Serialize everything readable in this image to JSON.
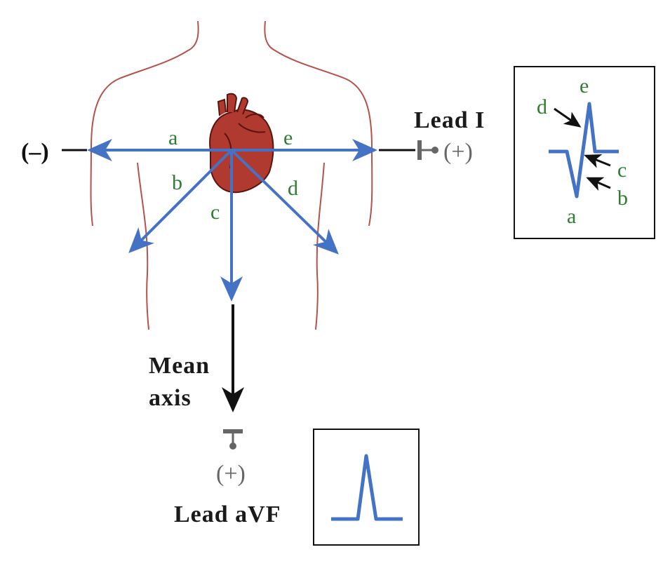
{
  "labels": {
    "a": "a",
    "b": "b",
    "c": "c",
    "d": "d",
    "e": "e",
    "negative_pole": "(–)",
    "lead_i": "Lead I",
    "lead_i_pole": "(+)",
    "lead_avf": "Lead aVF",
    "lead_avf_pole": "(+)",
    "mean_axis_line1": "Mean",
    "mean_axis_line2": "axis"
  },
  "lead_i_tracing": {
    "labels": {
      "a": "a",
      "b": "b",
      "c": "c",
      "d": "d",
      "e": "e"
    }
  },
  "colors": {
    "vector_blue": "#4472c4",
    "label_green": "#2e7d32",
    "body_outline": "#b5524a",
    "heart": "#b03a30",
    "electrode_gray": "#666666",
    "axis_black": "#111111"
  },
  "icons": {
    "heart": "heart-icon",
    "electrode": "electrode-icon"
  }
}
